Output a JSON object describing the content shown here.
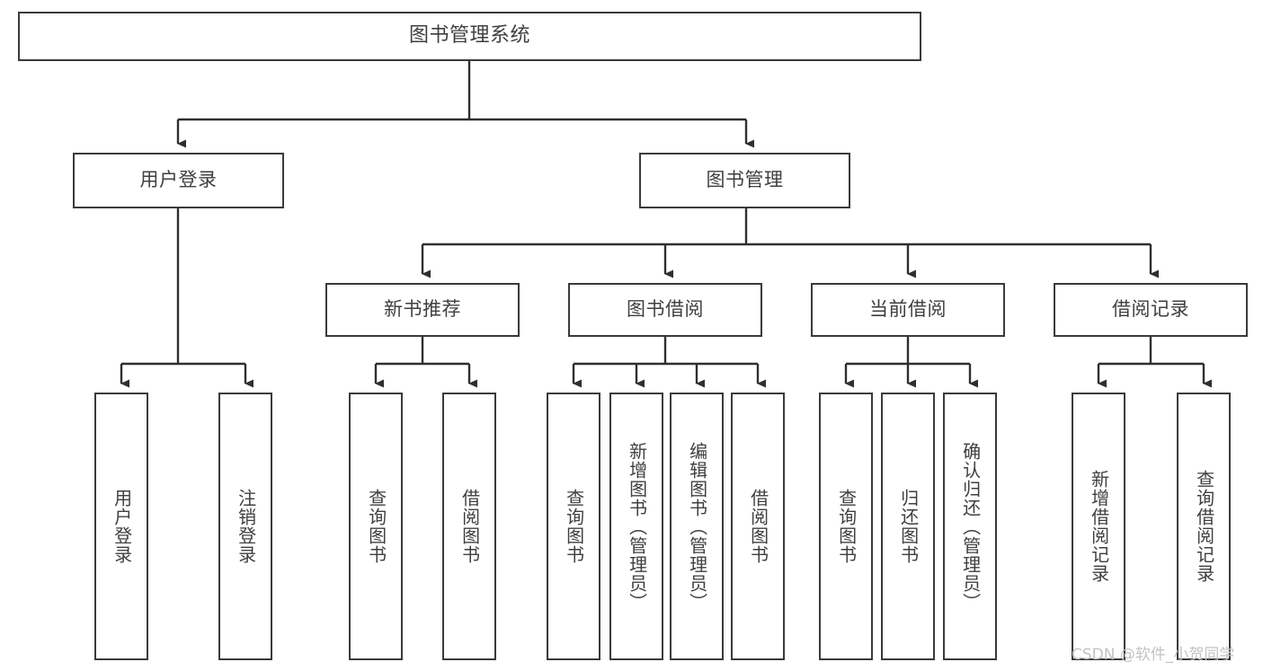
{
  "diagram": {
    "title": "图书管理系统",
    "type": "tree-hierarchy-chart",
    "watermark": "CSDN @软件_小贺同学",
    "colors": {
      "box_border": "#3a3a3a",
      "box_fill": "#ffffff",
      "connector": "#2f2f2f",
      "text": "#3f3f3f",
      "watermark": "#c3c3c3",
      "background": "#ffffff"
    },
    "root": {
      "label": "图书管理系统"
    },
    "level2": [
      {
        "label": "用户登录"
      },
      {
        "label": "图书管理"
      }
    ],
    "level3": [
      {
        "label": "新书推荐"
      },
      {
        "label": "图书借阅"
      },
      {
        "label": "当前借阅"
      },
      {
        "label": "借阅记录"
      }
    ],
    "leaves": {
      "user_login": [
        {
          "label": "用户登录"
        },
        {
          "label": "注销登录"
        }
      ],
      "new_book_recommend": [
        {
          "label": "查询图书"
        },
        {
          "label": "借阅图书"
        }
      ],
      "book_borrow": [
        {
          "label": "查询图书"
        },
        {
          "label": "新增图书（管理员）"
        },
        {
          "label": "编辑图书（管理员）"
        },
        {
          "label": "借阅图书"
        }
      ],
      "current_borrow": [
        {
          "label": "查询图书"
        },
        {
          "label": "归还图书"
        },
        {
          "label": "确认归还（管理员）"
        }
      ],
      "borrow_record": [
        {
          "label": "新增借阅记录"
        },
        {
          "label": "查询借阅记录"
        }
      ]
    }
  }
}
